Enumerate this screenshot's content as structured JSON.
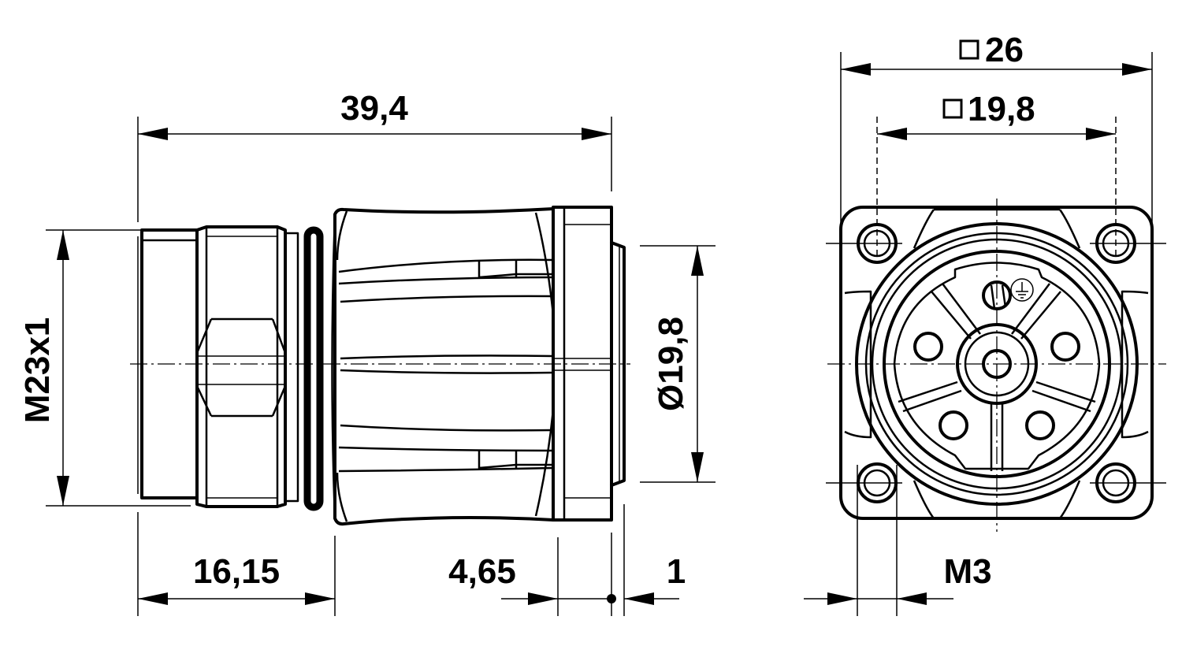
{
  "drawing": {
    "side_view": {
      "dim_overall_length": "39,4",
      "dim_thread": "M23x1",
      "dim_diameter": "Ø19,8",
      "dim_front_length": "16,15",
      "dim_flange_offset": "4,65",
      "dim_flange_thickness": "1"
    },
    "front_view": {
      "dim_outer_square": "26",
      "dim_hole_square": "19,8",
      "dim_screw": "M3"
    }
  }
}
